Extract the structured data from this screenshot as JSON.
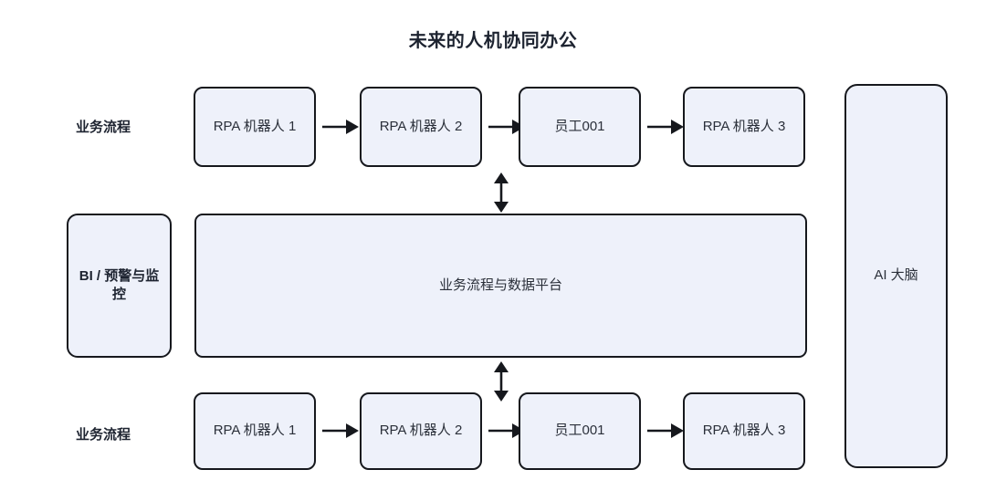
{
  "title": "未来的人机协同办公",
  "theme": {
    "background": "#ffffff",
    "node_fill": "#eef1fa",
    "node_border": "#16181d",
    "text": "#2b303a",
    "title_text": "#1d2330"
  },
  "rows": {
    "top": {
      "label": "业务流程",
      "nodes": [
        {
          "label": "RPA 机器人 1"
        },
        {
          "label": "RPA 机器人 2"
        },
        {
          "label": "员工001"
        },
        {
          "label": "RPA 机器人 3"
        }
      ],
      "connectors": [
        "arrow-right",
        "arrow-right",
        "arrow-right"
      ]
    },
    "bottom": {
      "label": "业务流程",
      "nodes": [
        {
          "label": "RPA 机器人 1"
        },
        {
          "label": "RPA 机器人 2"
        },
        {
          "label": "员工001"
        },
        {
          "label": "RPA 机器人 3"
        }
      ],
      "connectors": [
        "arrow-right",
        "arrow-right",
        "arrow-right"
      ]
    },
    "middle": {
      "label": "BI / 预警与监控",
      "platform": "业务流程与数据平台"
    }
  },
  "brain": {
    "label": "AI 大脑"
  },
  "vertical_connectors": [
    {
      "name": "top-platform-link",
      "glyph": "double-arrow-vertical"
    },
    {
      "name": "bottom-platform-link",
      "glyph": "double-arrow-vertical"
    }
  ]
}
